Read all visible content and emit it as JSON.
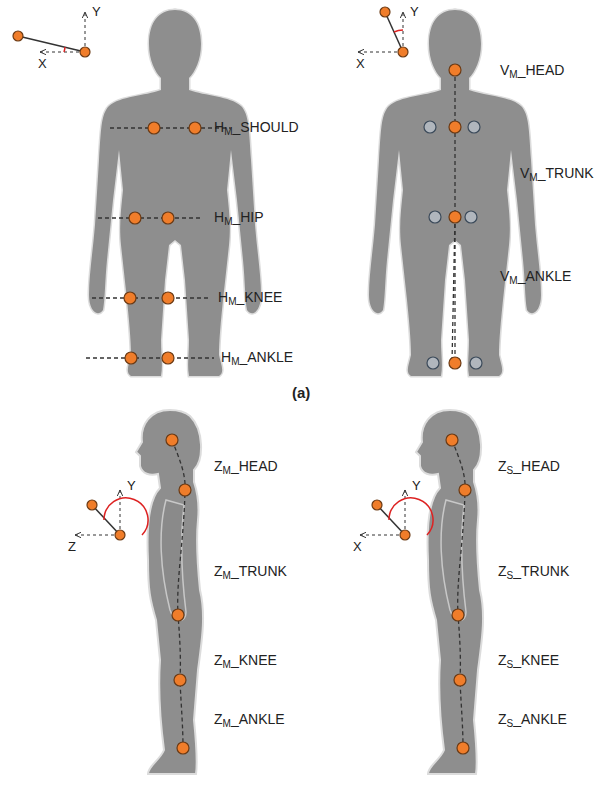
{
  "diagram": {
    "labels": [
      "Y",
      "X",
      "HM_SHOULD",
      "HM_HIP",
      "HM_KNEE",
      "HM_ANKLE",
      "Y",
      "X",
      "VM_HEAD",
      "VM_TRUNK",
      "VM_ANKLE",
      "(a)",
      "Y",
      "Z",
      "ZM_HEAD",
      "ZM_TRUNK",
      "ZM_KNEE",
      "ZM_ANKLE",
      "Y",
      "X",
      "ZS_HEAD",
      "ZS_TRUNK",
      "ZS_KNEE",
      "ZS_ANKLE"
    ]
  }
}
